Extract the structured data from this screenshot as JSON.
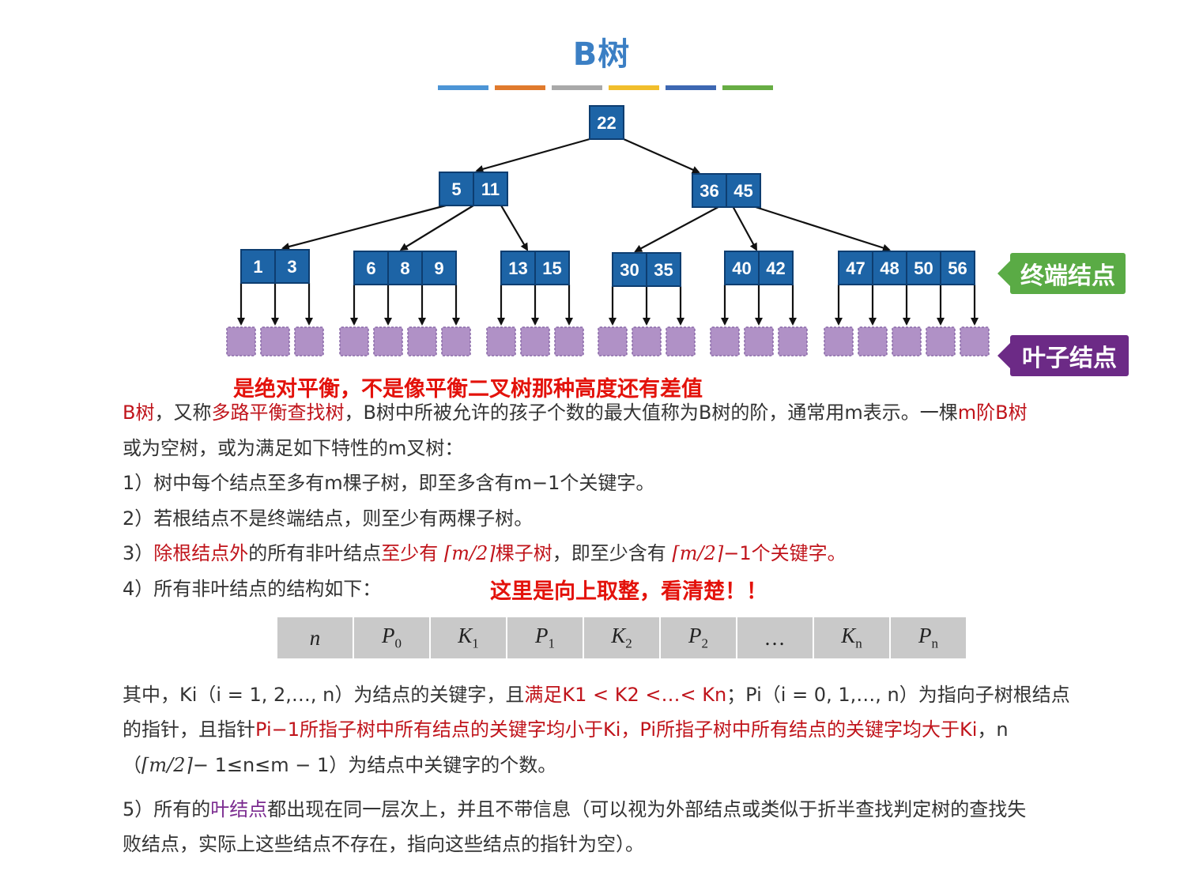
{
  "title": "B树",
  "colorbar": [
    "#4c95d6",
    "#e07a2d",
    "#a9a9a9",
    "#f1be2c",
    "#3d67b2",
    "#67ad44"
  ],
  "tree": {
    "root": [
      "22"
    ],
    "level1": [
      [
        "5",
        "11"
      ],
      [
        "36",
        "45"
      ]
    ],
    "level2": [
      [
        "1",
        "3"
      ],
      [
        "6",
        "8",
        "9"
      ],
      [
        "13",
        "15"
      ],
      [
        "30",
        "35"
      ],
      [
        "40",
        "42"
      ],
      [
        "47",
        "48",
        "50",
        "56"
      ]
    ],
    "node_color": "#1d64a6",
    "leaf_color": "#b091c6"
  },
  "badges": {
    "terminal": "终端结点",
    "leaf": "叶子结点"
  },
  "notes": {
    "balance": "是绝对平衡，不是像平衡二叉树那种高度还有差值",
    "ceil": "这里是向上取整，看清楚！！"
  },
  "text": {
    "intro_a": "B树",
    "intro_b": "，又称",
    "intro_c": "多路平衡查找树",
    "intro_d": "，B树中所被允许的孩子个数的最大值称为B树的阶，通常用m表示。一棵",
    "intro_e": "m阶B树",
    "intro_line2": "或为空树，或为满足如下特性的m叉树：",
    "rule1": "1）树中每个结点至多有m棵子树，即至多含有m−1个关键字。",
    "rule2": "2）若根结点不是终端结点，则至少有两棵子树。",
    "rule3_a": "3）",
    "rule3_b": "除根结点外",
    "rule3_c": "的所有非叶结点",
    "rule3_d": "至少有",
    "rule3_ceil1": "⌈m/2⌉",
    "rule3_e": "棵子树",
    "rule3_f": "，即至少含有",
    "rule3_ceil2": "⌈m/2⌉",
    "rule3_g": "−1个关键字。",
    "rule4": "4）所有非叶结点的结构如下：",
    "where_a": "其中，Ki（i = 1, 2,…, n）为结点的关键字，且",
    "where_b": "满足K1 < K2 <…< Kn",
    "where_c": "；Pi（i = 0, 1,…, n）为指向子树根结点",
    "where2_a": "的指针，且指针",
    "where2_b": "Pi−1所指子树中所有结点的关键字均小于Ki，Pi所指子树中所有结点的关键字均大于Ki",
    "where2_c": "，n",
    "where3_a": "（",
    "where3_ceil": "⌈m/2⌉",
    "where3_b": "− 1≤n≤m − 1）为结点中关键字的个数。",
    "rule5_a": "5）所有的",
    "rule5_b": "叶结点",
    "rule5_c": "都出现在同一层次上，并且不带信息（可以视为外部结点或类似于折半查找判定树的查找失",
    "rule5_line2": "败结点，实际上这些结点不存在，指向这些结点的指针为空）。"
  },
  "node_table": [
    {
      "main": "n",
      "sub": ""
    },
    {
      "main": "P",
      "sub": "0"
    },
    {
      "main": "K",
      "sub": "1"
    },
    {
      "main": "P",
      "sub": "1"
    },
    {
      "main": "K",
      "sub": "2"
    },
    {
      "main": "P",
      "sub": "2"
    },
    {
      "main": "…",
      "sub": ""
    },
    {
      "main": "K",
      "sub": "n"
    },
    {
      "main": "P",
      "sub": "n"
    }
  ]
}
